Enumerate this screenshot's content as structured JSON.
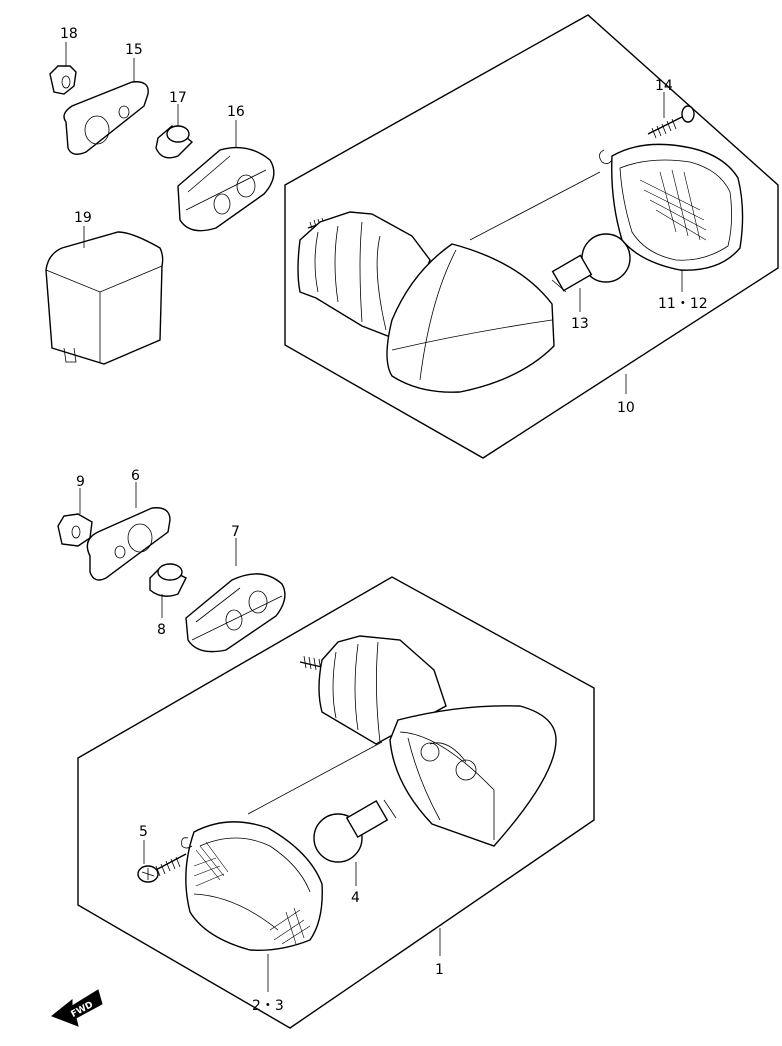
{
  "callouts": {
    "p1": "1",
    "p23": "2・3",
    "p4": "4",
    "p5": "5",
    "p6": "6",
    "p7": "7",
    "p8": "8",
    "p9": "9",
    "p10": "10",
    "p1112": "11・12",
    "p13": "13",
    "p14": "14",
    "p15": "15",
    "p16": "16",
    "p17": "17",
    "p18": "18",
    "p19": "19"
  },
  "fwd_label": "FWD"
}
